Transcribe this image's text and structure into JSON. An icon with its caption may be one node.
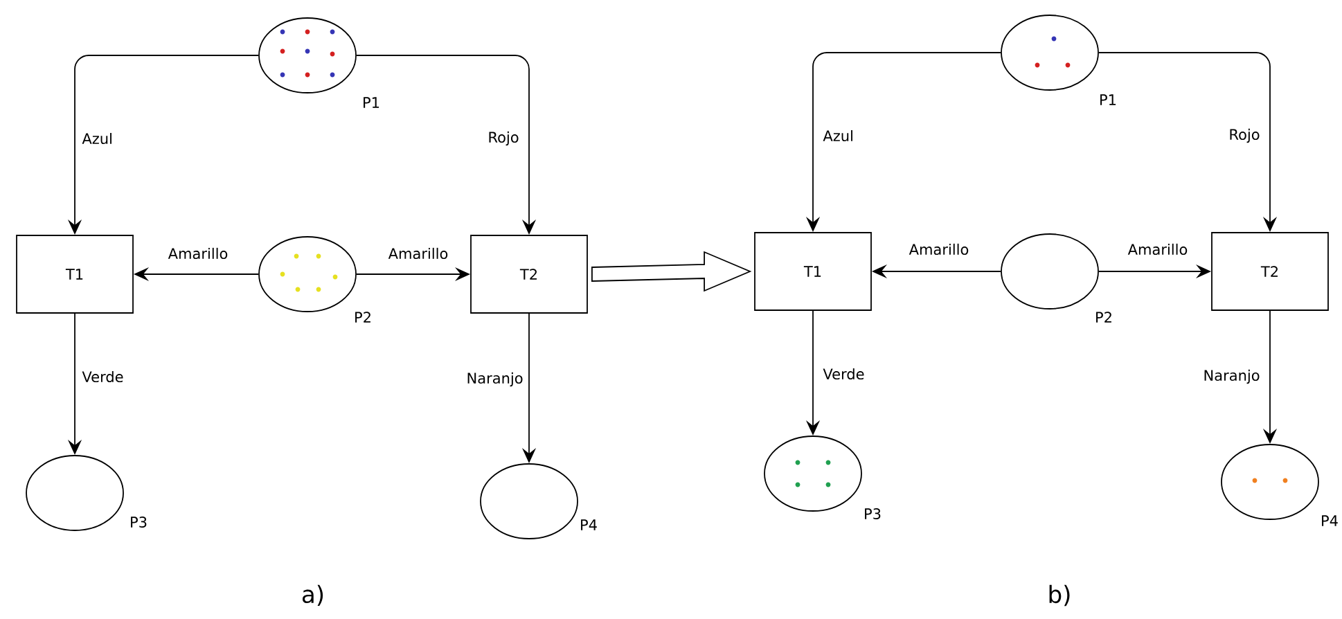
{
  "diagram": {
    "nodes": [
      {
        "text": [],
        "shape": "circle",
        "beside": [
          "P1"
        ]
      },
      {
        "text": [
          "T1"
        ]
      },
      {
        "text": [],
        "shape": "circle",
        "beside": [
          "P2"
        ]
      },
      {
        "text": [
          "T2"
        ]
      },
      {
        "text": [],
        "shape": "circle",
        "beside": [
          "P3"
        ]
      },
      {
        "text": [],
        "shape": "circle",
        "beside": [
          "P4"
        ]
      },
      {
        "text": [],
        "shape": "circle",
        "beside": [
          "P1"
        ]
      },
      {
        "text": [
          "T1"
        ]
      },
      {
        "text": [],
        "shape": "circle",
        "beside": [
          "P2"
        ]
      },
      {
        "text": [
          "T2"
        ]
      },
      {
        "text": [],
        "shape": "circle",
        "beside": [
          "P3"
        ]
      },
      {
        "text": [],
        "shape": "circle",
        "beside": [
          "P4"
        ]
      }
    ],
    "edges": [
      {
        "from": 0,
        "to": 1,
        "arrow": "to",
        "label": "Azul"
      },
      {
        "from": 0,
        "to": 3,
        "arrow": "to",
        "label": "Rojo"
      },
      {
        "from": 2,
        "to": 1,
        "arrow": "to",
        "label": "Amarillo"
      },
      {
        "from": 2,
        "to": 3,
        "arrow": "to",
        "label": "Amarillo"
      },
      {
        "from": 1,
        "to": 4,
        "arrow": "to",
        "label": "Verde"
      },
      {
        "from": 3,
        "to": 5,
        "arrow": "to",
        "label": "Naranjo"
      },
      {
        "from": 6,
        "to": 7,
        "arrow": "to",
        "label": "Azul"
      },
      {
        "from": 6,
        "to": 9,
        "arrow": "to",
        "label": "Rojo"
      },
      {
        "from": 8,
        "to": 7,
        "arrow": "to",
        "label": "Amarillo"
      },
      {
        "from": 8,
        "to": 9,
        "arrow": "to",
        "label": "Amarillo"
      },
      {
        "from": 7,
        "to": 10,
        "arrow": "to",
        "label": "Verde"
      },
      {
        "from": 9,
        "to": 11,
        "arrow": "to",
        "label": "Naranjo"
      },
      {
        "from": 3,
        "to": 7,
        "arrow": "to",
        "style": "thick"
      }
    ],
    "labels": [
      "a)",
      "b)"
    ]
  }
}
